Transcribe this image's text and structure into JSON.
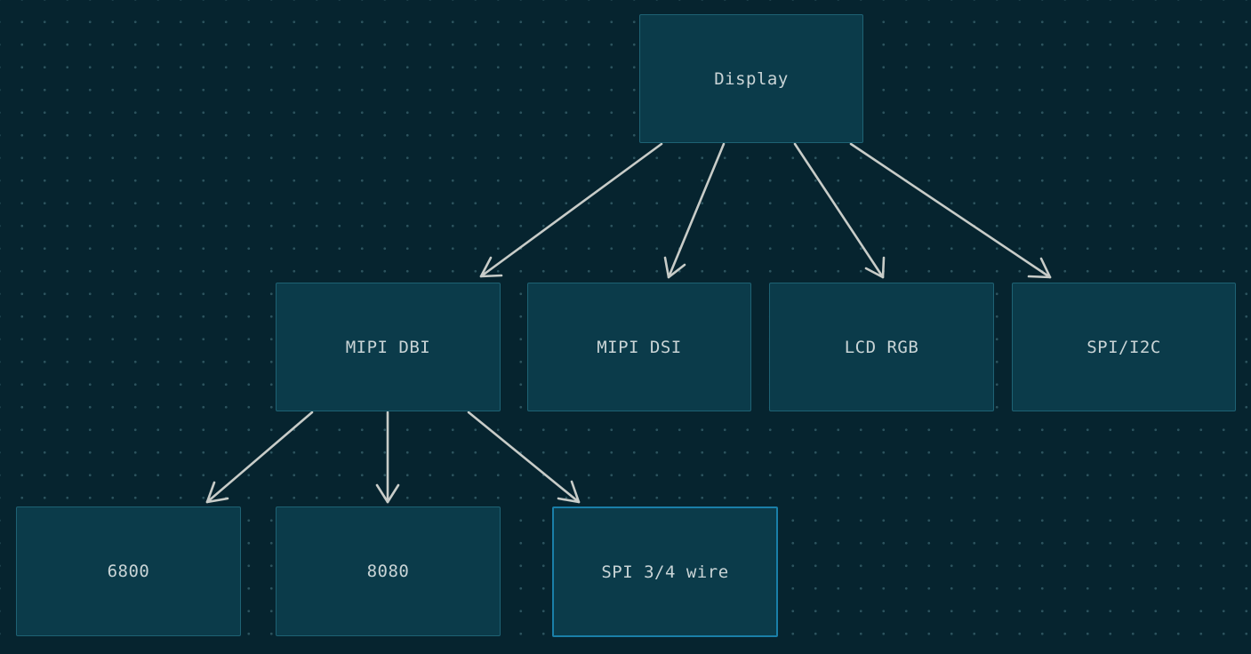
{
  "diagram": {
    "nodes": {
      "display": "Display",
      "mipi_dbi": "MIPI DBI",
      "mipi_dsi": "MIPI DSI",
      "lcd_rgb": "LCD RGB",
      "spi_i2c": "SPI/I2C",
      "n6800": "6800",
      "n8080": "8080",
      "spi_3_4_wire": "SPI 3/4 wire"
    },
    "edges": [
      {
        "from": "Display",
        "to": "MIPI DBI"
      },
      {
        "from": "Display",
        "to": "MIPI DSI"
      },
      {
        "from": "Display",
        "to": "LCD RGB"
      },
      {
        "from": "Display",
        "to": "SPI/I2C"
      },
      {
        "from": "MIPI DBI",
        "to": "6800"
      },
      {
        "from": "MIPI DBI",
        "to": "8080"
      },
      {
        "from": "MIPI DBI",
        "to": "SPI 3/4 wire"
      }
    ],
    "selected_node": "SPI 3/4 wire",
    "colors": {
      "background": "#06242f",
      "node_fill": "#0b3b4a",
      "node_border": "#1e6274",
      "selected_border": "#1a7fa8",
      "arrow": "#c8ccc8",
      "text": "#c9d4d6"
    }
  }
}
